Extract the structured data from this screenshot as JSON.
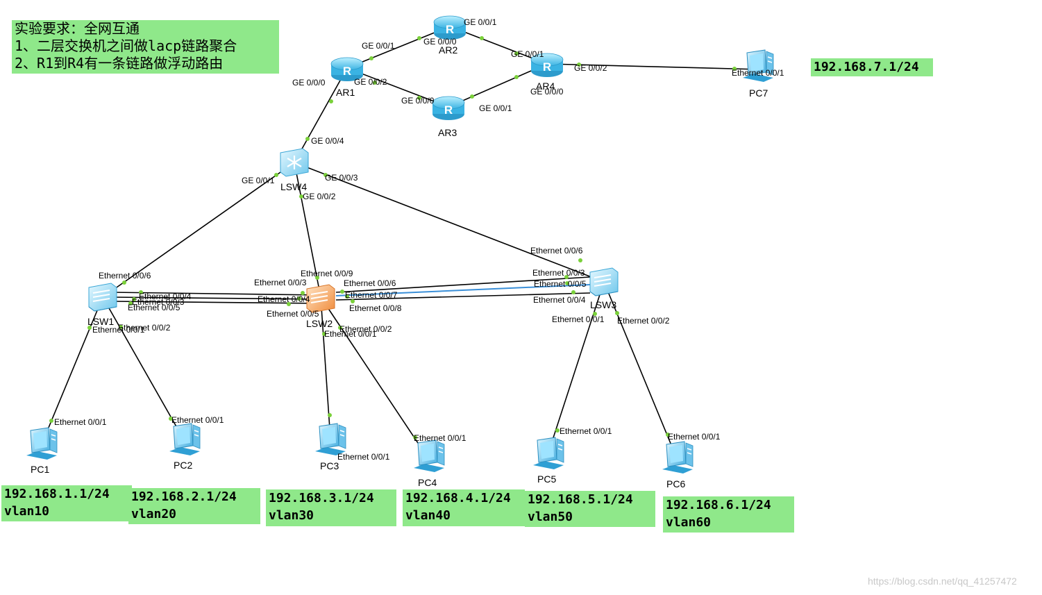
{
  "requirements": {
    "title": "实验要求：全网互通",
    "item1": "1、二层交换机之间做lacp链路聚合",
    "item2": "2、R1到R4有一条链路做浮动路由"
  },
  "devices": {
    "AR1": "AR1",
    "AR2": "AR2",
    "AR3": "AR3",
    "AR4": "AR4",
    "LSW1": "LSW1",
    "LSW2": "LSW2",
    "LSW3": "LSW3",
    "LSW4": "LSW4",
    "PC1": "PC1",
    "PC2": "PC2",
    "PC3": "PC3",
    "PC4": "PC4",
    "PC5": "PC5",
    "PC6": "PC6",
    "PC7": "PC7"
  },
  "ports": {
    "ar1_g1": "GE 0/0/1",
    "ar1_g0": "GE 0/0/0",
    "ar1_g2": "GE 0/0/2",
    "ar2_g0": "GE 0/0/0",
    "ar2_g1": "GE 0/0/1",
    "ar3_g0": "GE 0/0/0",
    "ar3_g1": "GE 0/0/1",
    "ar4_g1": "GE 0/0/1",
    "ar4_g0": "GE 0/0/0",
    "ar4_g2": "GE 0/0/2",
    "pc7_e": "Ethernet 0/0/1",
    "lsw4_g4": "GE 0/0/4",
    "lsw4_g1": "GE 0/0/1",
    "lsw4_g3": "GE 0/0/3",
    "lsw4_g2": "GE 0/0/2",
    "lsw1_e6": "Ethernet 0/0/6",
    "lsw1_e4": "Ethernet 0/0/4",
    "lsw1_e3": "Ethernet 0/0/3",
    "lsw1_e5": "Ethernet 0/0/5",
    "lsw1_e2": "Ethernet 0/0/2",
    "lsw1_e1": "Ethernet 0/0/1",
    "lsw2_e9": "Ethernet 0/0/9",
    "lsw2_e3": "Ethernet 0/0/3",
    "lsw2_e6": "Ethernet 0/0/6",
    "lsw2_e4": "Ethernet 0/0/4",
    "lsw2_e7": "Ethernet 0/0/7",
    "lsw2_e5": "Ethernet 0/0/5",
    "lsw2_e8": "Ethernet 0/0/8",
    "lsw2_e2": "Ethernet 0/0/2",
    "lsw2_e1": "Ethernet 0/0/1",
    "lsw3_e6": "Ethernet 0/0/6",
    "lsw3_e3": "Ethernet 0/0/3",
    "lsw3_e5": "Ethernet 0/0/5",
    "lsw3_e4": "Ethernet 0/0/4",
    "lsw3_e1": "Ethernet 0/0/1",
    "lsw3_e2": "Ethernet 0/0/2",
    "pc1_e": "Ethernet 0/0/1",
    "pc2_e": "Ethernet 0/0/1",
    "pc3_e": "Ethernet 0/0/1",
    "pc4_e": "Ethernet 0/0/1",
    "pc5_e": "Ethernet 0/0/1",
    "pc6_e": "Ethernet 0/0/1"
  },
  "ip_boxes": {
    "pc1": {
      "ip": "192.168.1.1/24",
      "vlan": "vlan10"
    },
    "pc2": {
      "ip": "192.168.2.1/24",
      "vlan": "vlan20"
    },
    "pc3": {
      "ip": "192.168.3.1/24",
      "vlan": "vlan30"
    },
    "pc4": {
      "ip": "192.168.4.1/24",
      "vlan": "vlan40"
    },
    "pc5": {
      "ip": "192.168.5.1/24",
      "vlan": "vlan50"
    },
    "pc6": {
      "ip": "192.168.6.1/24",
      "vlan": "vlan60"
    },
    "pc7": {
      "ip": "192.168.7.1/24"
    }
  },
  "watermark": "https://blog.csdn.net/qq_41257472",
  "colors": {
    "link": "#000000",
    "highlight_link": "#3a8fd8",
    "port_dot": "#7ad03a",
    "label_box": "#8fe88a",
    "router": "#58c8ee",
    "switch": "#8fd4f0",
    "core_switch": "#f5a35a"
  }
}
